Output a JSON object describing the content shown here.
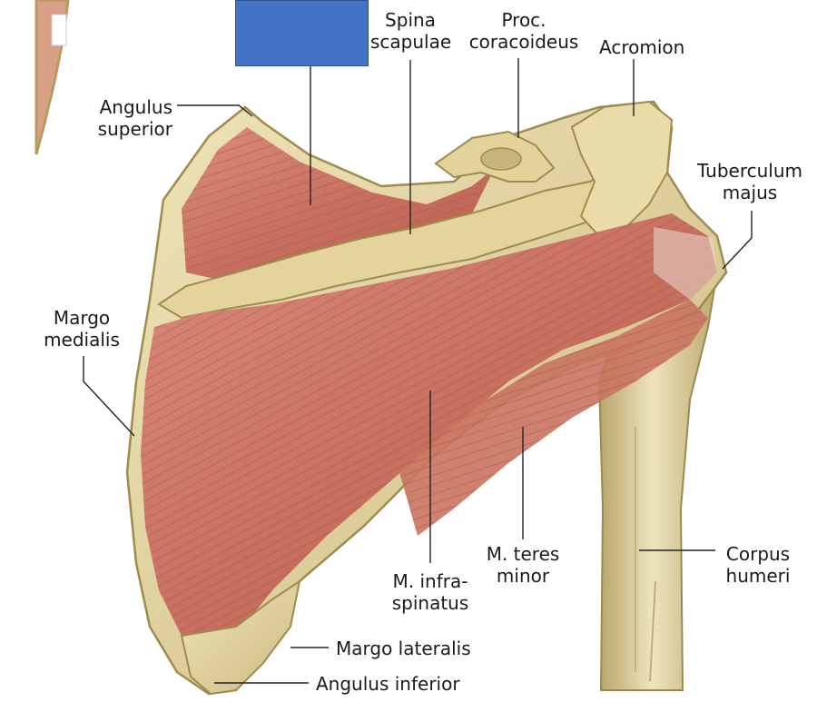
{
  "labels": {
    "spina_scapulae": [
      "Spina",
      "scapulae"
    ],
    "proc_coracoideus": [
      "Proc.",
      "coracoideus"
    ],
    "acromion": "Acromion",
    "angulus_superior": [
      "Angulus",
      "superior"
    ],
    "tuberculum_majus": [
      "Tuberculum",
      "majus"
    ],
    "margo_medialis": [
      "Margo",
      "medialis"
    ],
    "m_teres_minor": [
      "M. teres",
      "minor"
    ],
    "corpus_humeri": [
      "Corpus",
      "humeri"
    ],
    "m_infraspinatus": [
      "M. infra-",
      "spinatus"
    ],
    "margo_lateralis": "Margo lateralis",
    "angulus_inferior": "Angulus inferior"
  },
  "colors": {
    "masked_box": "#4472c4",
    "bone": "#e6d9a6",
    "muscle": "#cf7a6a",
    "leader_line": "#222222"
  }
}
